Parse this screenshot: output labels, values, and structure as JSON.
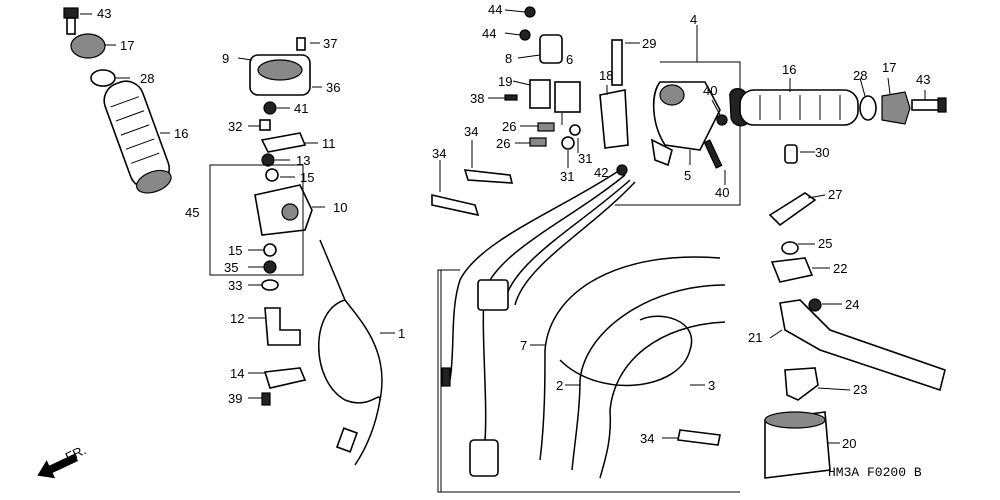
{
  "diagram": {
    "part_numbers": {
      "p1": "1",
      "p2": "2",
      "p3": "3",
      "p4": "4",
      "p5": "5",
      "p6": "6",
      "p7": "7",
      "p8": "8",
      "p9": "9",
      "p10": "10",
      "p11": "11",
      "p12": "12",
      "p13": "13",
      "p14": "14",
      "p15": "15",
      "p16": "16",
      "p17": "17",
      "p18": "18",
      "p19": "19",
      "p20": "20",
      "p21": "21",
      "p22": "22",
      "p23": "23",
      "p24": "24",
      "p25": "25",
      "p26": "26",
      "p27": "27",
      "p28": "28",
      "p29": "29",
      "p30": "30",
      "p31": "31",
      "p32": "32",
      "p33": "33",
      "p34": "34",
      "p35": "35",
      "p36": "36",
      "p37": "37",
      "p38": "38",
      "p39": "39",
      "p40": "40",
      "p41": "41",
      "p42": "42",
      "p43": "43",
      "p44": "44",
      "p45": "45"
    },
    "front_marker": "FR.",
    "figure_code": "HM3A  F0200 B",
    "icons": [
      "front-arrow-icon"
    ]
  }
}
